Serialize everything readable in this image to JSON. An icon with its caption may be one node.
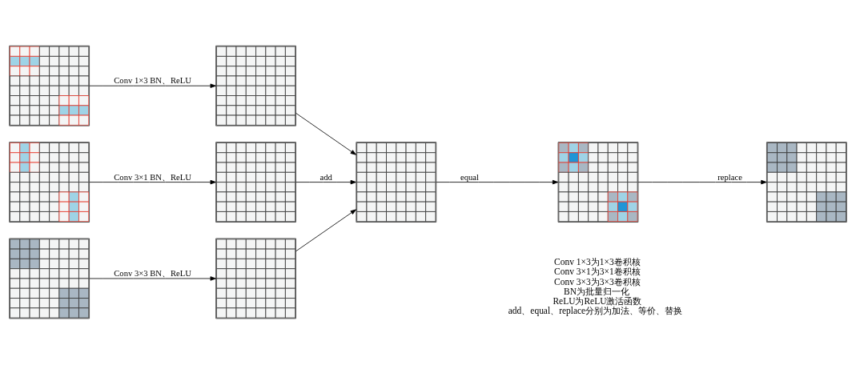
{
  "diagram": {
    "nodes": [
      {
        "text": [],
        "shape": "grid"
      },
      {
        "text": [],
        "shape": "grid"
      },
      {
        "text": [],
        "shape": "grid"
      },
      {
        "text": [],
        "shape": "grid"
      },
      {
        "text": [],
        "shape": "grid"
      },
      {
        "text": [],
        "shape": "grid"
      },
      {
        "text": [],
        "shape": "grid"
      },
      {
        "text": [],
        "shape": "grid"
      },
      {
        "text": [],
        "shape": "grid"
      }
    ],
    "edges": [
      {
        "from": 0,
        "to": 3,
        "arrow": "to",
        "label": "Conv 1×3 BN、ReLU"
      },
      {
        "from": 1,
        "to": 4,
        "arrow": "to",
        "label": "Conv 3×1 BN、ReLU"
      },
      {
        "from": 2,
        "to": 5,
        "arrow": "to",
        "label": "Conv 3×3 BN、ReLU"
      },
      {
        "from": 3,
        "to": 6,
        "arrow": "to"
      },
      {
        "from": 4,
        "to": 6,
        "arrow": "to",
        "label": "add"
      },
      {
        "from": 5,
        "to": 6,
        "arrow": "to"
      },
      {
        "from": 6,
        "to": 7,
        "arrow": "to",
        "label": "equal"
      },
      {
        "from": 7,
        "to": 8,
        "arrow": "to",
        "label": "replace"
      }
    ],
    "labels": [
      "Conv 1×3为1×3卷积核",
      "Conv 3×1为3×1卷积核",
      "Conv 3×3为3×3卷积核",
      "BN为批量归一化",
      "ReLU为ReLU激活函数",
      "add、equal、replace分别为加法、等价、替换"
    ]
  }
}
